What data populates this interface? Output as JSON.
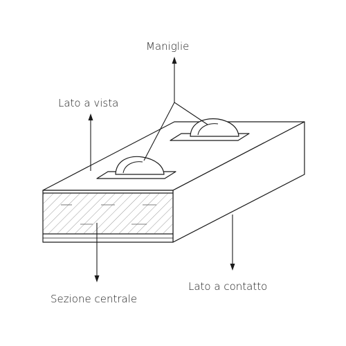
{
  "labels": {
    "handles": "Maniglie",
    "visible_side": "Lato a vista",
    "central_section": "Sezione centrale",
    "contact_side": "Lato a contatto"
  },
  "colors": {
    "line": "#1a1a1a",
    "background": "#ffffff",
    "hatch": "#555555"
  }
}
